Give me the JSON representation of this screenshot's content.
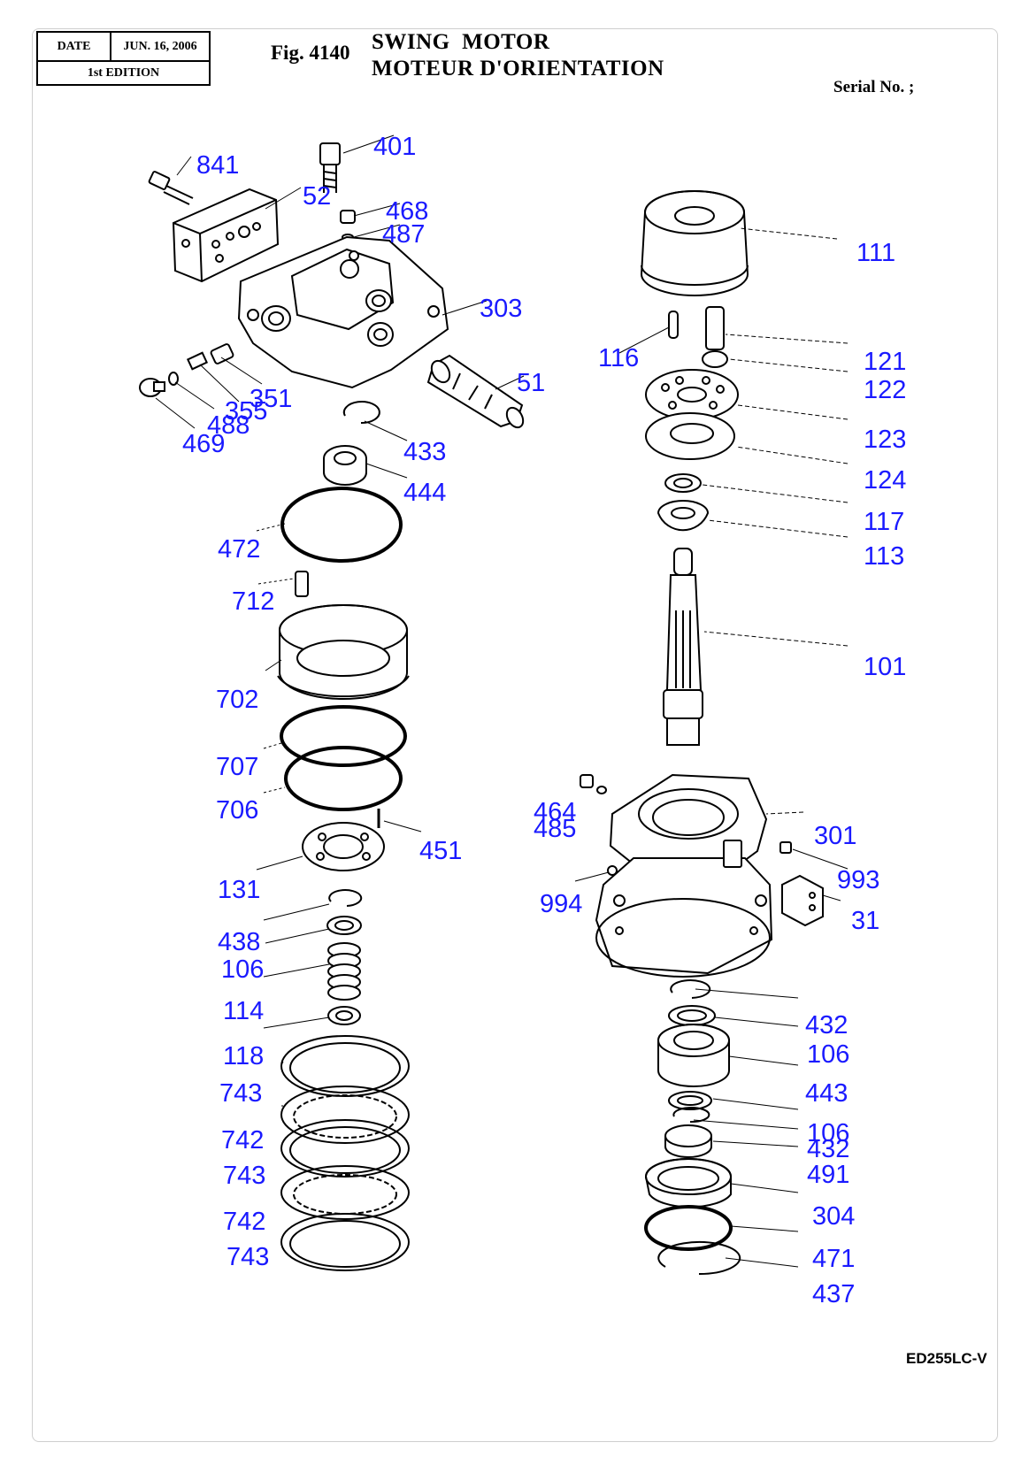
{
  "header": {
    "date_label": "DATE",
    "date_value": "JUN. 16, 2006",
    "edition": "1st EDITION",
    "figure": "Fig. 4140",
    "title_en": "SWING  MOTOR",
    "title_fr": "MOTEUR D'ORIENTATION",
    "serial": "Serial No. ;"
  },
  "footer": {
    "model": "ED255LC-V"
  },
  "colors": {
    "label": "#1a1aff",
    "line": "#000000"
  },
  "parts": {
    "p841": "841",
    "p401": "401",
    "p52": "52",
    "p468": "468",
    "p487": "487",
    "p303": "303",
    "p51": "51",
    "p351": "351",
    "p355": "355",
    "p488": "488",
    "p469": "469",
    "p433": "433",
    "p444": "444",
    "p472": "472",
    "p712": "712",
    "p702": "702",
    "p707": "707",
    "p706": "706",
    "p451": "451",
    "p131": "131",
    "p438": "438",
    "p106a": "106",
    "p114": "114",
    "p118": "118",
    "p743a": "743",
    "p742a": "742",
    "p743b": "743",
    "p742b": "742",
    "p743c": "743",
    "p111": "111",
    "p116": "116",
    "p121": "121",
    "p122": "122",
    "p123": "123",
    "p124": "124",
    "p117": "117",
    "p113": "113",
    "p101": "101",
    "p464": "464",
    "p485": "485",
    "p301": "301",
    "p993": "993",
    "p994": "994",
    "p31": "31",
    "p432a": "432",
    "p106b": "106",
    "p443": "443",
    "p106c": "106",
    "p432b": "432",
    "p491": "491",
    "p304": "304",
    "p471": "471",
    "p437": "437"
  }
}
